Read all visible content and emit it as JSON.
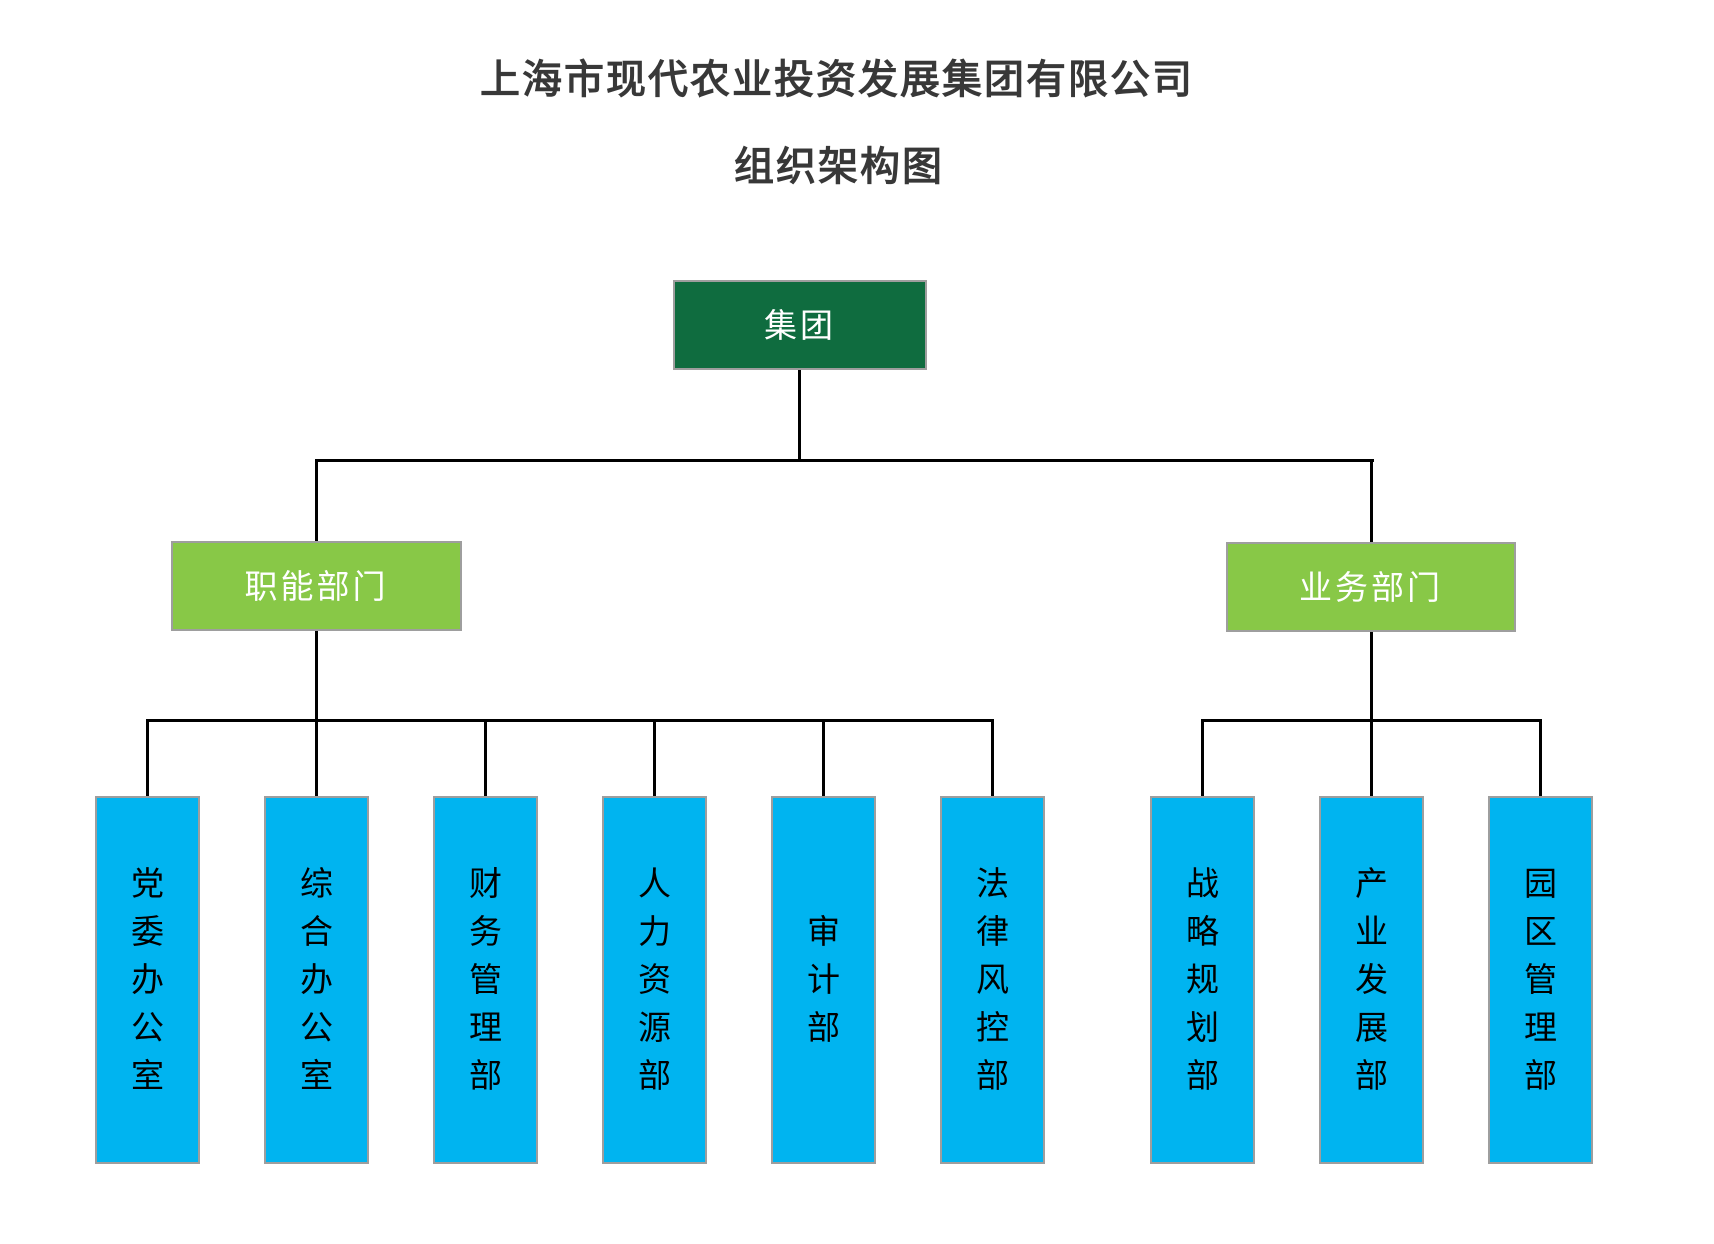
{
  "title": "上海市现代农业投资发展集团有限公司",
  "subtitle": "组织架构图",
  "colors": {
    "root_bg": "#0F6C3F",
    "branch_bg": "#88C847",
    "dept_bg": "#00B4F0",
    "line": "#000000",
    "border": "#9E9E9E"
  },
  "org": {
    "root": {
      "label": "集团"
    },
    "branches": [
      {
        "label": "职能部门",
        "departments": [
          {
            "label": "党委办公室"
          },
          {
            "label": "综合办公室"
          },
          {
            "label": "财务管理部"
          },
          {
            "label": "人力资源部"
          },
          {
            "label": "审计部"
          },
          {
            "label": "法律风控部"
          }
        ]
      },
      {
        "label": "业务部门",
        "departments": [
          {
            "label": "战略规划部"
          },
          {
            "label": "产业发展部"
          },
          {
            "label": "园区管理部"
          }
        ]
      }
    ]
  }
}
